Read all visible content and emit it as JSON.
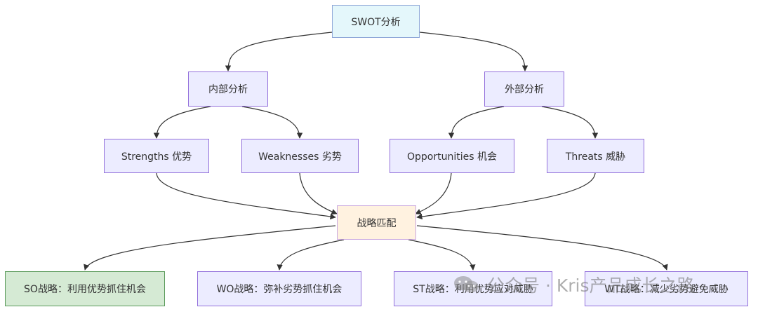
{
  "nodes": {
    "root": "SWOT分析",
    "internal": "内部分析",
    "external": "外部分析",
    "strengths": "Strengths 优势",
    "weaknesses": "Weaknesses 劣势",
    "opportunities": "Opportunities 机会",
    "threats": "Threats 威胁",
    "matching": "战略匹配",
    "so": "SO战略：利用优势抓住机会",
    "wo": "WO战略：弥补劣势抓住机会",
    "st": "ST战略：利用优势应对威胁",
    "wt": "WT战略：减少劣势避免威胁"
  },
  "colors": {
    "node_fill": "#ececff",
    "node_border": "#9370db",
    "root_fill": "#e4f7fb",
    "strategy_fill": "#fff2e0",
    "so_fill": "#d5ead4",
    "edge": "#333333"
  },
  "watermark": {
    "text": "公众号 · Kris产品成长之路",
    "icon": "wechat-logo-icon"
  }
}
